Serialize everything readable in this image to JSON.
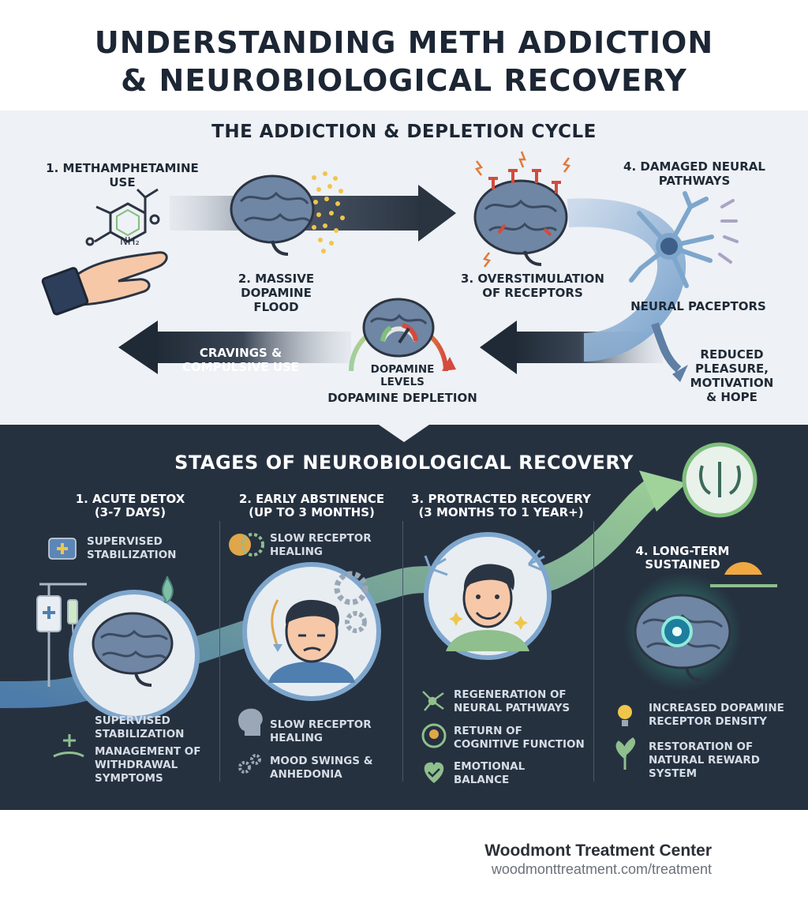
{
  "title": {
    "line1": "UNDERSTANDING METH ADDICTION",
    "line2": "& NEUROBIOLOGICAL RECOVERY"
  },
  "cycle": {
    "title": "THE ADDICTION & DEPLETION CYCLE",
    "step1": {
      "line1": "1. METHAMPHETAMINE",
      "line2": "USE"
    },
    "molecule_label": "NH₂",
    "step2": {
      "line1": "2. MASSIVE",
      "line2": "DOPAMINE",
      "line3": "FLOOD"
    },
    "step3": {
      "line1": "3. OVERSTIMULATION",
      "line2": "OF RECEPTORS"
    },
    "step4": {
      "line1": "4. DAMAGED NEURAL",
      "line2": "PATHWAYS"
    },
    "neural_label": "NEURAL PACEPTORS",
    "reduced": {
      "line1": "REDUCED",
      "line2": "PLEASURE,",
      "line3": "MOTIVATION",
      "line4": "& HOPE"
    },
    "gauge": {
      "line1": "DOPAMINE",
      "line2": "LEVELS"
    },
    "depletion": "DOPAMINE DEPLETION",
    "cravings": {
      "line1": "CRAVINGS &",
      "line2": "COMPULSIVE USE"
    }
  },
  "recovery": {
    "title": "STAGES OF NEUROBIOLOGICAL RECOVERY",
    "stage1": {
      "title1": "1. ACUTE DETOX",
      "title2": "(3-7 DAYS)",
      "top1": "SUPERVISED",
      "top2": "STABILIZATION",
      "items": [
        {
          "l1": "SUPERVISED",
          "l2": "STABILIZATION",
          "l3": ""
        },
        {
          "l1": "MANAGEMENT OF",
          "l2": "WITHDRAWAL",
          "l3": "SYMPTOMS"
        }
      ]
    },
    "stage2": {
      "title1": "2. EARLY ABSTINENCE",
      "title2": "(UP TO 3 MONTHS)",
      "top1": "SLOW RECEPTOR",
      "top2": "HEALING",
      "items": [
        {
          "l1": "SLOW RECEPTOR",
          "l2": "HEALING"
        },
        {
          "l1": "MOOD SWINGS &",
          "l2": "ANHEDONIA"
        }
      ]
    },
    "stage3": {
      "title1": "3. PROTRACTED RECOVERY",
      "title2": "(3 MONTHS TO 1 YEAR+)",
      "items": [
        {
          "l1": "REGENERATION OF",
          "l2": "NEURAL PATHWAYS"
        },
        {
          "l1": "RETURN OF",
          "l2": "COGNITIVE FUNCTION"
        },
        {
          "l1": "EMOTIONAL",
          "l2": "BALANCE"
        }
      ]
    },
    "stage4": {
      "title1": "4. LONG-TERM",
      "title2": "SUSTAINED",
      "items": [
        {
          "l1": "INCREASED DOPAMINE",
          "l2": "RECEPTOR DENSITY"
        },
        {
          "l1": "RESTORATION OF",
          "l2": "NATURAL REWARD",
          "l3": "SYSTEM"
        }
      ]
    }
  },
  "footer": {
    "name": "Woodmont Treatment Center",
    "url": "woodmonttreatment.com/treatment"
  },
  "colors": {
    "dark": "#1c2634",
    "panel_light": "#eef1f5",
    "panel_dark": "#263140",
    "brain": "#6f86a4",
    "accent_green": "#8fbf8c",
    "accent_blue": "#7ea6cc",
    "receptor_red": "#d44a3c",
    "dopamine_yellow": "#f0c64a"
  }
}
